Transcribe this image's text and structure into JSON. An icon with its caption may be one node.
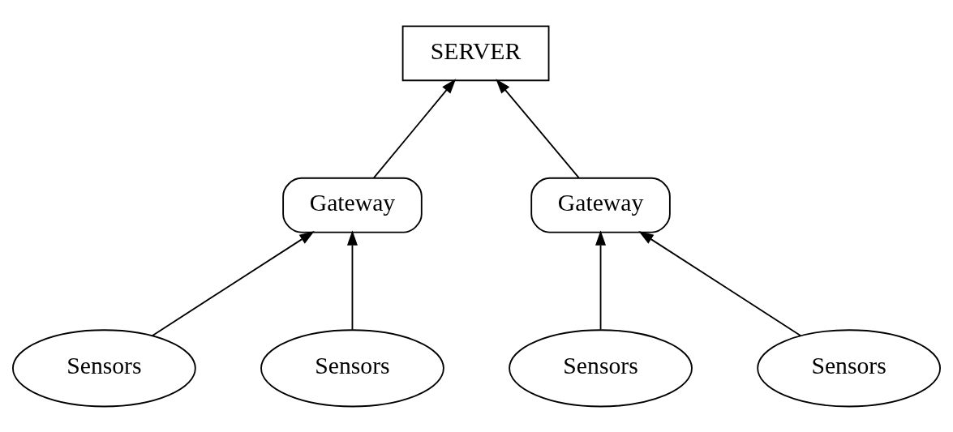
{
  "diagram": {
    "nodes": [
      {
        "text": [
          "SERVER"
        ]
      },
      {
        "text": [
          "Gateway"
        ]
      },
      {
        "text": [
          "Gateway"
        ]
      },
      {
        "text": [
          "Sensors"
        ]
      },
      {
        "text": [
          "Sensors"
        ]
      },
      {
        "text": [
          "Sensors"
        ]
      },
      {
        "text": [
          "Sensors"
        ]
      }
    ],
    "edges": [
      {
        "from": 1,
        "to": 0,
        "arrow": "to"
      },
      {
        "from": 2,
        "to": 0,
        "arrow": "to"
      },
      {
        "from": 3,
        "to": 1,
        "arrow": "to"
      },
      {
        "from": 4,
        "to": 1,
        "arrow": "to"
      },
      {
        "from": 5,
        "to": 2,
        "arrow": "to"
      },
      {
        "from": 6,
        "to": 2,
        "arrow": "to"
      }
    ]
  }
}
